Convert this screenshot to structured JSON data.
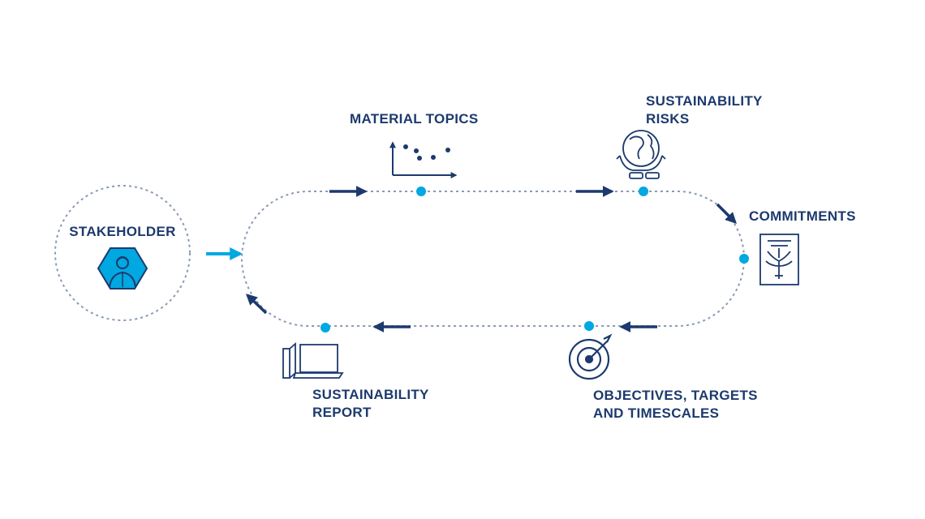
{
  "colors": {
    "navy": "#1d3a6e",
    "accent": "#00a8e1",
    "dotted": "#8a9ab5"
  },
  "stakeholder": {
    "label": "STAKEHOLDER",
    "icon": "person-hexagon-icon"
  },
  "steps": {
    "material_topics": {
      "label": "MATERIAL TOPICS",
      "icon": "scatter-plot-icon"
    },
    "risks": {
      "line1": "SUSTAINABILITY",
      "line2": "RISKS",
      "icon": "globe-in-hands-icon"
    },
    "commitments": {
      "label": "COMMITMENTS",
      "icon": "tree-certificate-icon"
    },
    "objectives": {
      "line1": "OBJECTIVES, TARGETS",
      "line2": "AND TIMESCALES",
      "icon": "target-arrow-icon"
    },
    "report": {
      "line1": "SUSTAINABILITY",
      "line2": "REPORT",
      "icon": "laptop-book-icon"
    }
  }
}
